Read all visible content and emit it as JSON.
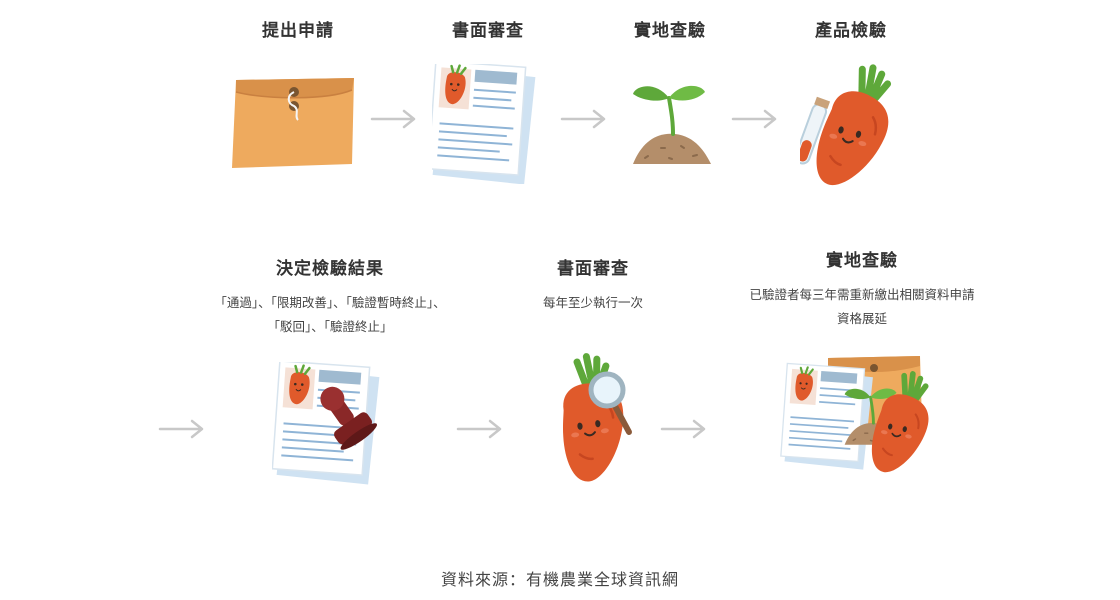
{
  "row1": [
    {
      "title": "提出申請",
      "icon": "envelope-icon"
    },
    {
      "title": "書面審查",
      "icon": "document-icon"
    },
    {
      "title": "實地查驗",
      "icon": "sprout-icon"
    },
    {
      "title": "產品檢驗",
      "icon": "carrot-test-tube-icon"
    }
  ],
  "row2": [
    {
      "title": "決定檢驗結果",
      "desc1": "「通過」、「限期改善」、「驗證暫時終止」、",
      "desc2": "「駁回」、「驗證終止」",
      "icon": "document-stamp-icon"
    },
    {
      "title": "書面審查",
      "desc1": "每年至少執行一次",
      "icon": "carrot-magnifier-icon"
    },
    {
      "title": "實地查驗",
      "desc1": "已驗證者每三年需重新繳出相關資料申請",
      "desc2": "資格展延",
      "icon": "documents-sprout-carrot-icon"
    }
  ],
  "footer": "資料來源：有機農業全球資訊網",
  "colors": {
    "carrot": "#e05a2b",
    "leaf": "#5ea83a",
    "envelope": "#eeaa5e",
    "paper_blue": "#cfe2f2",
    "stamp": "#8a2828",
    "arrow": "#c8c8c8"
  }
}
